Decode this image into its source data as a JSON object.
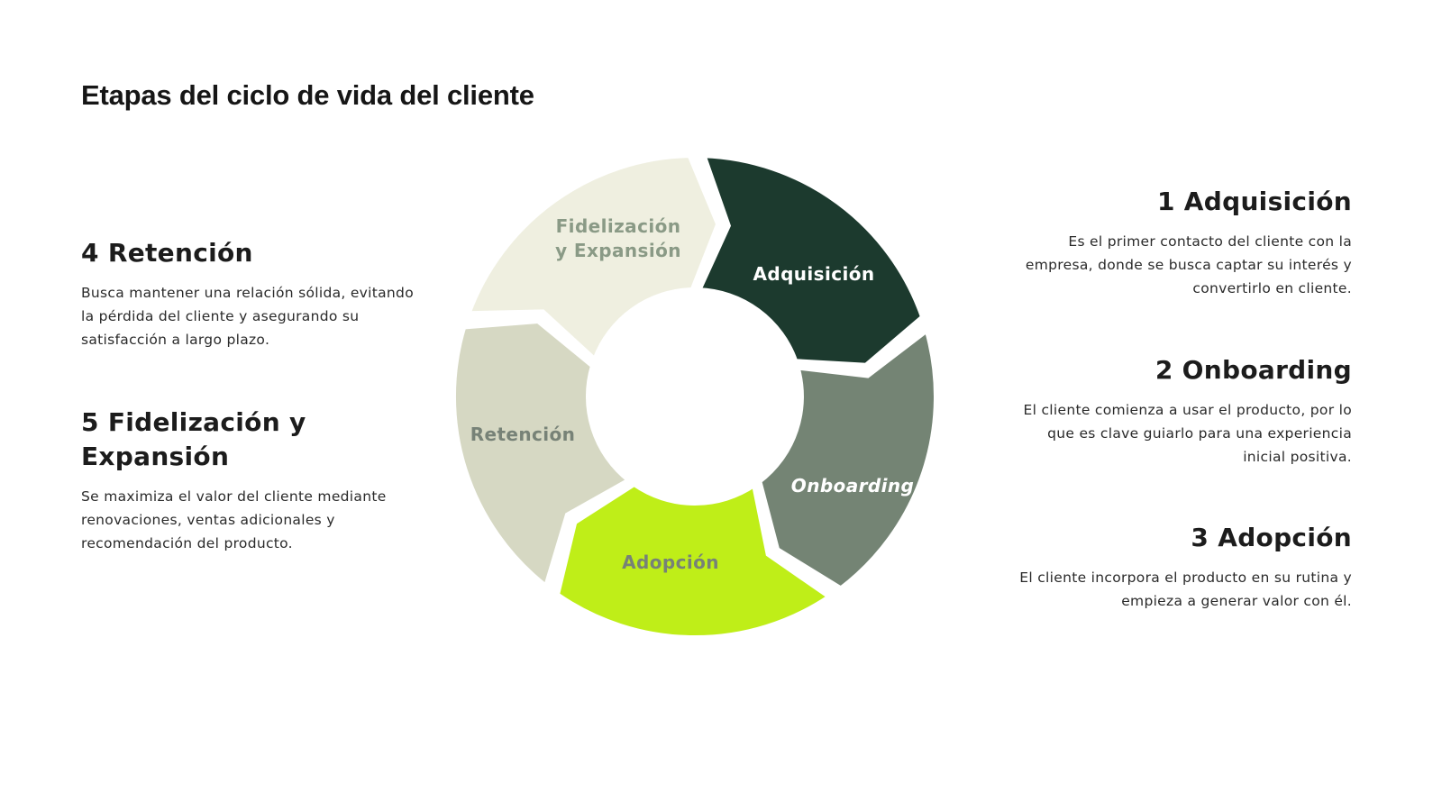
{
  "title": "Etapas del ciclo de vida del cliente",
  "stages": [
    {
      "heading": "1 Adquisición",
      "label": "Adquisición",
      "description": "Es el primer contacto del cliente con la empresa, donde se busca captar su interés y convertirlo en cliente.",
      "color": "#1c3a2e",
      "label_color": "#ffffff"
    },
    {
      "heading": "2 Onboarding",
      "label": "Onboarding",
      "description": "El cliente comienza a usar el producto, por lo que es clave guiarlo para una experiencia inicial positiva.",
      "color": "#748474",
      "label_color": "#ffffff"
    },
    {
      "heading": "3 Adopción",
      "label": "Adopción",
      "description": "El cliente incorpora el producto en su rutina y empieza a generar valor con él.",
      "color": "#bfee18",
      "label_color": "#778277"
    },
    {
      "heading": "4 Retención",
      "label": "Retención",
      "description": "Busca mantener una relación sólida, evitando la pérdida del cliente y asegurando su satisfacción a largo plazo.",
      "color": "#d6d8c3",
      "label_color": "#778277"
    },
    {
      "heading": "5 Fidelización y Expansión",
      "label_lines": [
        "Fidelización",
        "y Expansión"
      ],
      "description": "Se maximiza el valor del cliente mediante renovaciones, ventas adicionales y recomendación del producto.",
      "color": "#efefe0",
      "label_color": "#8a9a86"
    }
  ]
}
